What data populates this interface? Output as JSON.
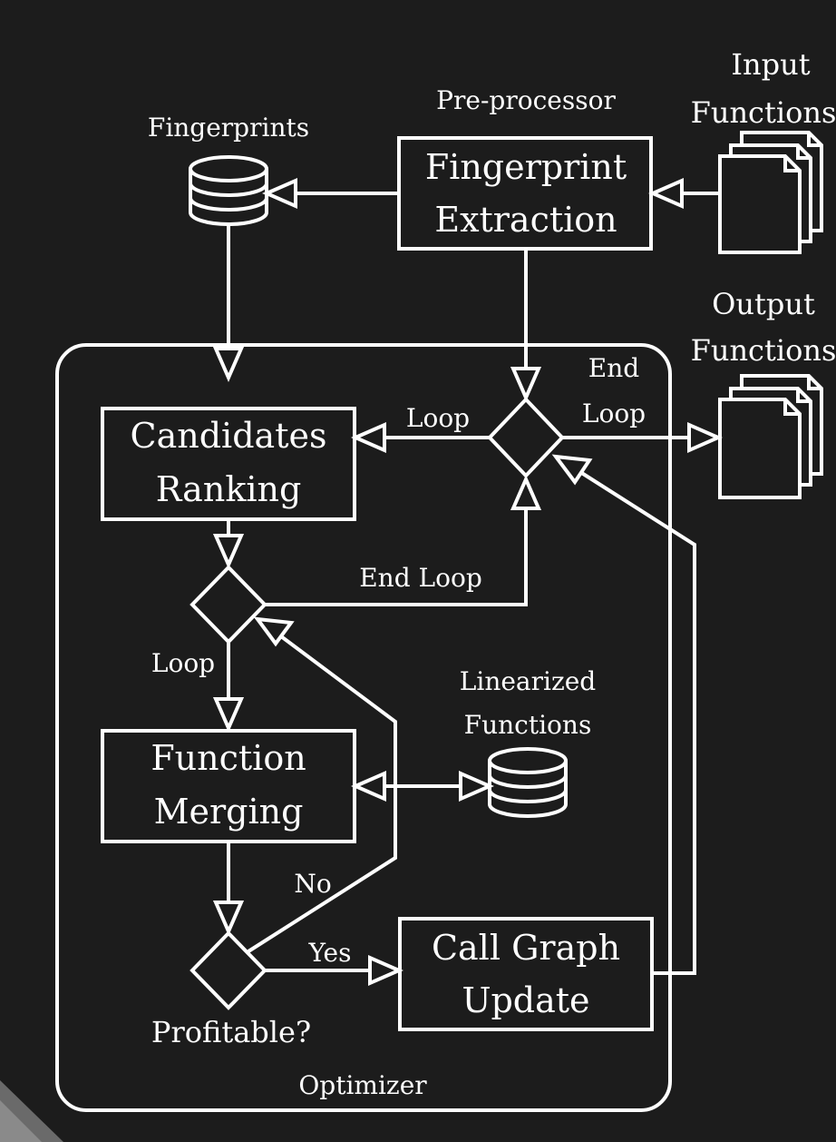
{
  "colors": {
    "background": "#1c1c1c",
    "foreground": "#ffffff"
  },
  "icons": [
    "database-icon",
    "document-stack-icon",
    "decision-diamond"
  ],
  "labels": {
    "input_functions": [
      "Input",
      "Functions"
    ],
    "output_functions": [
      "Output",
      "Functions"
    ],
    "pre_processor": "Pre-processor",
    "fingerprints": "Fingerprints",
    "fingerprint_extraction": [
      "Fingerprint",
      "Extraction"
    ],
    "candidates_ranking": [
      "Candidates",
      "Ranking"
    ],
    "function_merging": [
      "Function",
      "Merging"
    ],
    "call_graph_update": [
      "Call Graph",
      "Update"
    ],
    "linearized_functions": [
      "Linearized",
      "Functions"
    ],
    "loop_top": "Loop",
    "end_loop_top": [
      "End",
      "Loop"
    ],
    "end_loop_mid": "End Loop",
    "loop_mid": "Loop",
    "no": "No",
    "yes": "Yes",
    "profitable": "Profitable?",
    "optimizer": "Optimizer"
  }
}
